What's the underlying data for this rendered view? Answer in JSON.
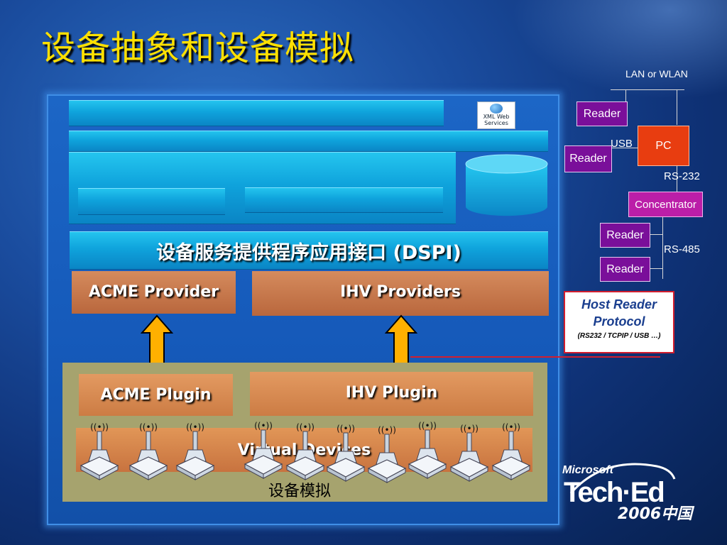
{
  "slide": {
    "title": "设备抽象和设备模拟"
  },
  "architecture": {
    "xml_badge": [
      "XML Web",
      "Services"
    ],
    "dspi_label": "设备服务提供程序应用接口 (DSPI)",
    "acme_provider": "ACME Provider",
    "ihv_providers": "IHV Providers",
    "acme_plugin": "ACME Plugin",
    "ihv_plugin": "IHV Plugin",
    "virtual_devices": "Virtual Devices",
    "emulation_label": "设备模拟",
    "device_icons": [
      "rfid-reader-antenna-icon",
      "rfid-reader-antenna-icon",
      "rfid-reader-antenna-icon",
      "rfid-reader-antenna-icon",
      "rfid-reader-antenna-icon",
      "rfid-reader-antenna-icon",
      "rfid-reader-antenna-icon",
      "rfid-reader-antenna-icon",
      "rfid-reader-antenna-icon",
      "rfid-reader-antenna-icon"
    ]
  },
  "topology": {
    "lan_label": "LAN or WLAN",
    "reader": "Reader",
    "pc": "PC",
    "usb": "USB",
    "rs232": "RS-232",
    "concentrator": "Concentrator",
    "rs485": "RS-485",
    "host_protocol_title": "Host Reader Protocol",
    "host_protocol_sub": "(RS232 / TCPIP / USB …)"
  },
  "branding": {
    "company": "Microsoft",
    "event": "Tech·Ed",
    "edition": "2006中国"
  },
  "colors": {
    "title": "#ffe000",
    "reader": "#7a0f9a",
    "pc": "#e83d10",
    "concentrator": "#bb1ea8",
    "protocol_border": "#d21e2e",
    "arrow": "#ffb000"
  }
}
